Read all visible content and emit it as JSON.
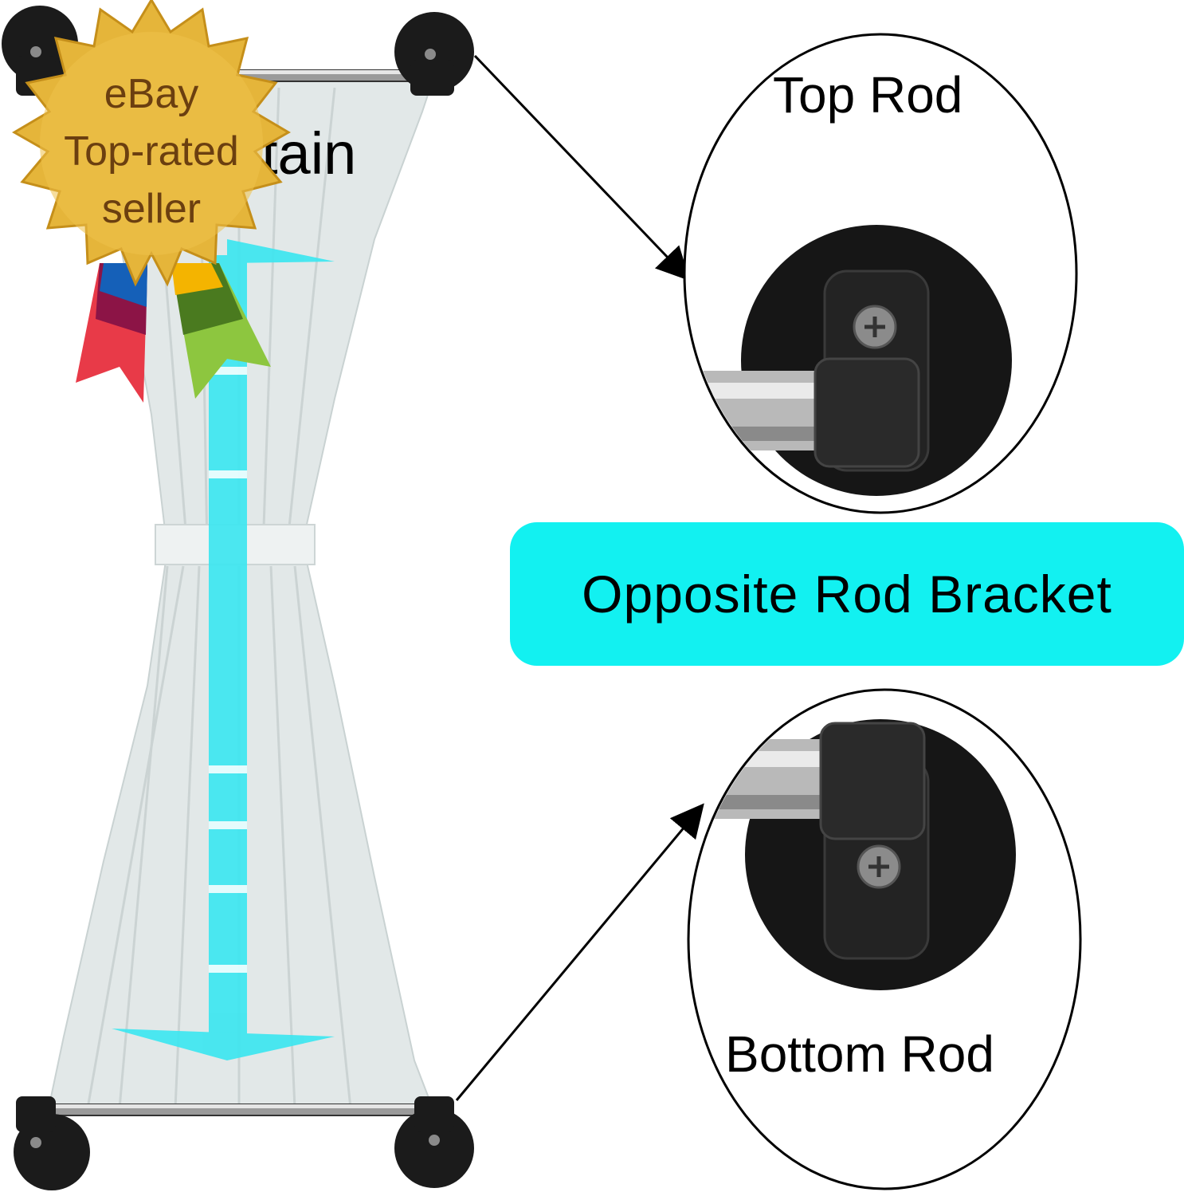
{
  "callouts": {
    "top_label": "Top Rod",
    "bottom_label": "Bottom Rod"
  },
  "banner": {
    "text": "Opposite Rod Bracket"
  },
  "curtain": {
    "partial_label": "tain"
  },
  "seal": {
    "line1": "eBay",
    "line2": "Top-rated",
    "line3": "seller"
  },
  "colors": {
    "banner": "#12f1f1",
    "arrow": "#3de6f0",
    "seal_gold": "#e5b53a",
    "seal_text": "#6b3f10",
    "bracket": "#1b1b1b",
    "curtain": "#dfe6e6"
  }
}
